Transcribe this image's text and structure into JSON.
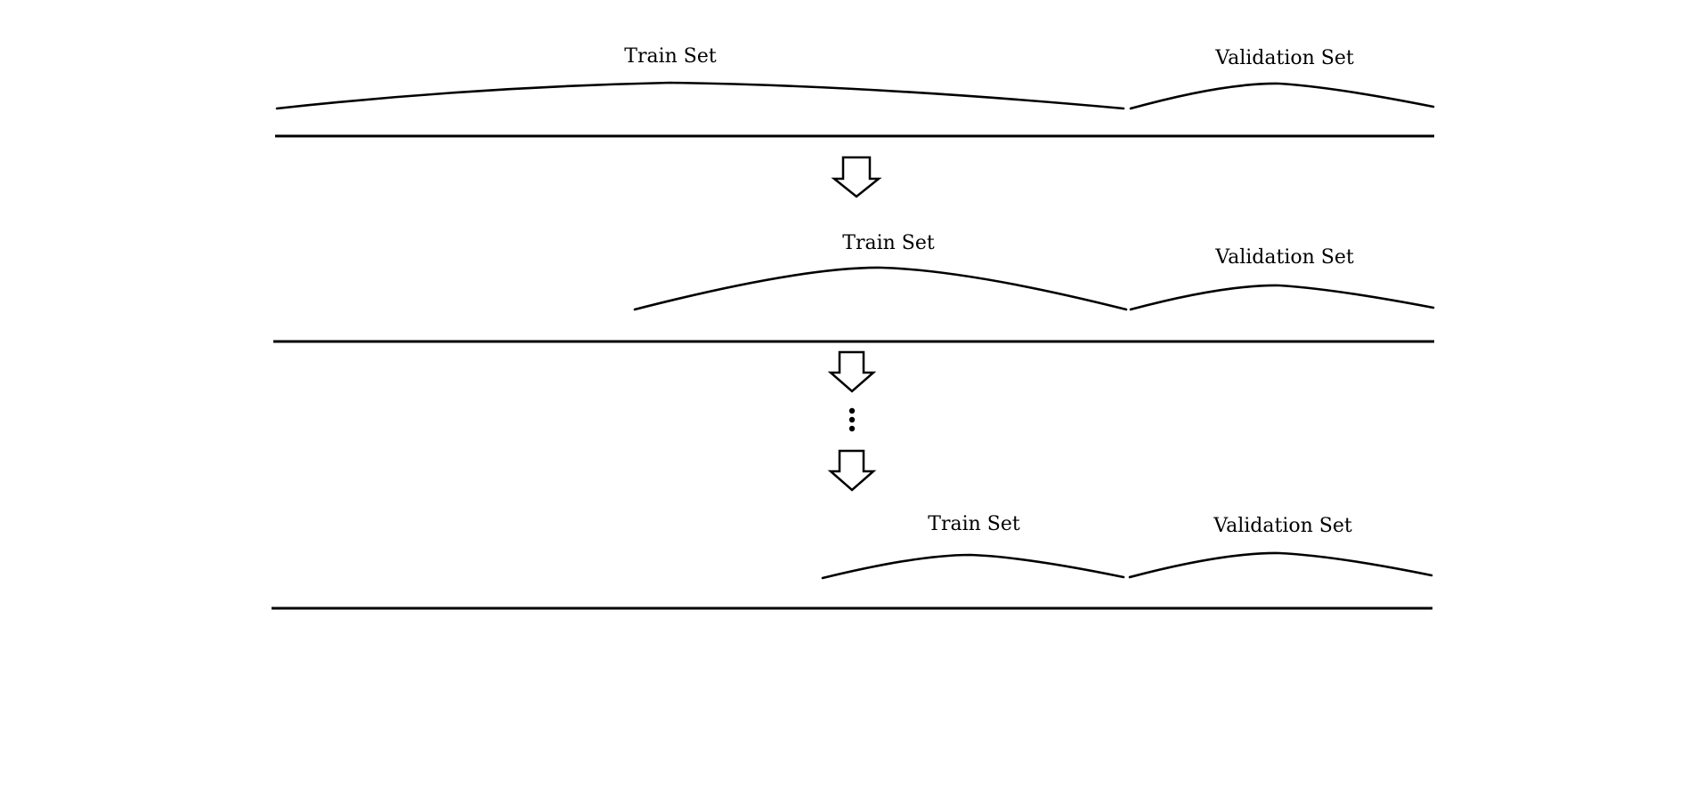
{
  "diagram": {
    "title": "",
    "stages": [
      {
        "train_label": "Train Set",
        "validation_label": "Validation Set"
      },
      {
        "train_label": "Train Set",
        "validation_label": "Validation Set"
      },
      {
        "train_label": "Train Set",
        "validation_label": "Validation Set"
      }
    ],
    "colors": {
      "ink": "#000000",
      "background": "#ffffff"
    },
    "icons": [
      "arrow-down-icon",
      "vertical-ellipsis-icon"
    ]
  }
}
